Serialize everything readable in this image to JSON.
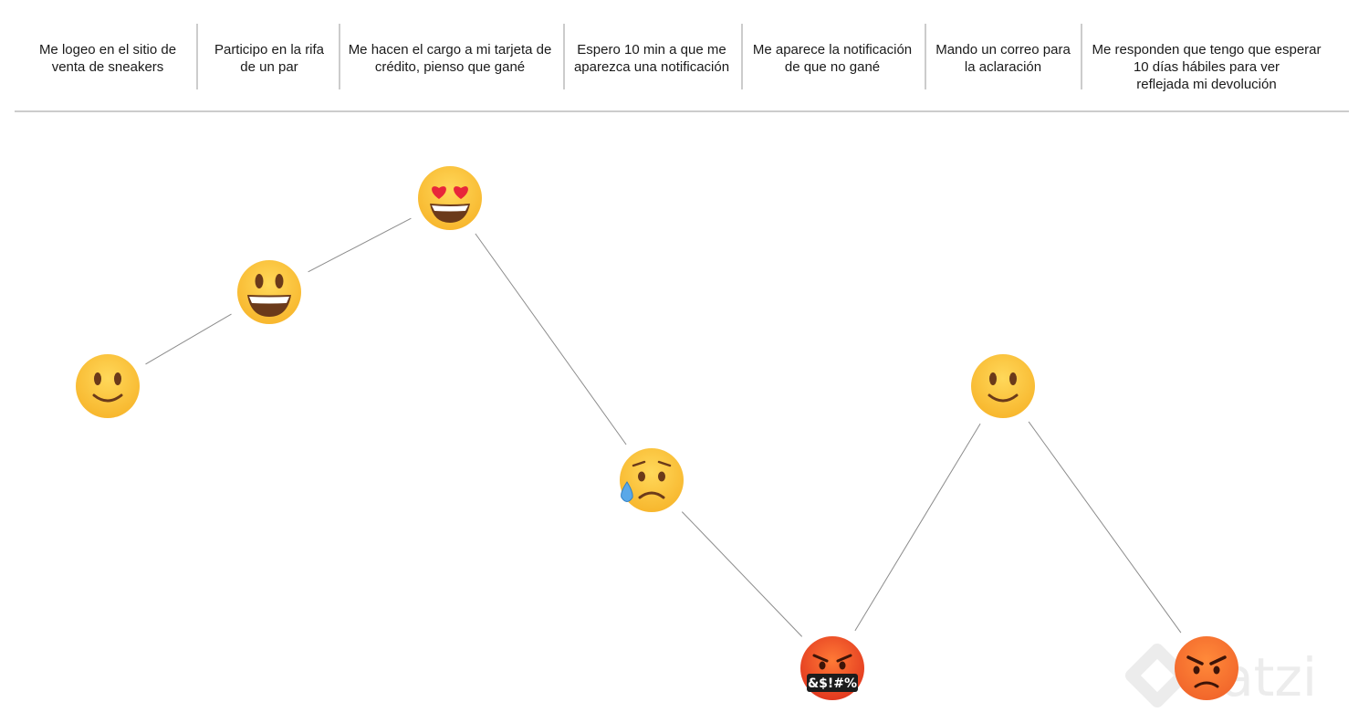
{
  "steps": [
    {
      "label": "Me logeo en el sitio de\nventa de sneakers",
      "emotion": "slightly-smiling-face",
      "emoji": "🙂",
      "level": 3
    },
    {
      "label": "Participo en la rifa\nde un par",
      "emotion": "grinning-face-big-eyes",
      "emoji": "😃",
      "level": 4
    },
    {
      "label": "Me hacen el cargo a mi tarjeta de\ncrédito, pienso que gané",
      "emotion": "heart-eyes-face",
      "emoji": "😍",
      "level": 5
    },
    {
      "label": "Espero 10 min a que me\naparezca una notificación",
      "emotion": "sad-but-relieved-face",
      "emoji": "😥",
      "level": 2
    },
    {
      "label": "Me aparece la notificación\nde que no gané",
      "emotion": "face-with-symbols-on-mouth",
      "emoji": "🤬",
      "level": 0
    },
    {
      "label": "Mando un correo para\nla aclaración",
      "emotion": "slightly-smiling-face",
      "emoji": "🙂",
      "level": 3
    },
    {
      "label": "Me responden que tengo que esperar\n10 días hábiles para ver\nreflejada mi devolución",
      "emotion": "angry-face",
      "emoji": "😡",
      "level": 0
    }
  ],
  "colors": {
    "text": "#1a1a1a",
    "divider": "#9a9a9a",
    "connector": "#8c8c8c",
    "face": "#f7b52b",
    "face_dark": "#e48a12",
    "angry_face": "#f1642a",
    "watermark": "#ececec"
  },
  "watermark": {
    "text": "latzi",
    "icon": "platzi-logo-icon"
  }
}
